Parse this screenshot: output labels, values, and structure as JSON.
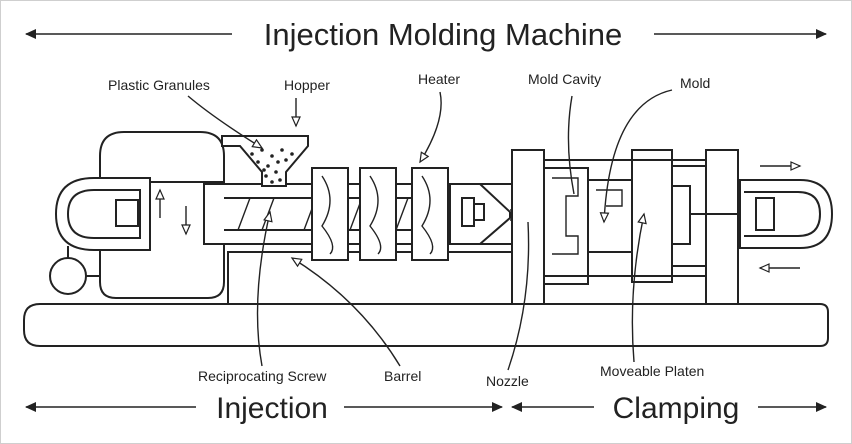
{
  "title": "Injection Molding Machine",
  "sections": {
    "injection": "Injection",
    "clamping": "Clamping"
  },
  "labels": {
    "plastic_granules": "Plastic Granules",
    "hopper": "Hopper",
    "heater": "Heater",
    "mold_cavity": "Mold Cavity",
    "mold": "Mold",
    "reciprocating_screw": "Reciprocating Screw",
    "barrel": "Barrel",
    "nozzle": "Nozzle",
    "moveable_platen": "Moveable Platen"
  }
}
